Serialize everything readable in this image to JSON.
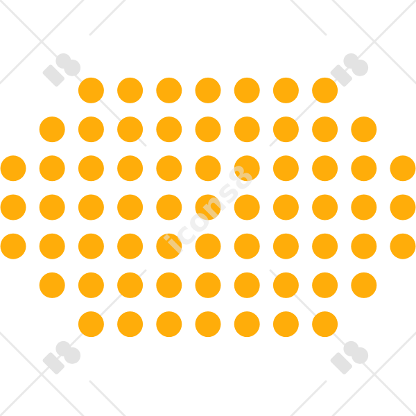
{
  "icon": {
    "name": "hexagon-dot-grid-icon",
    "color": "#ffad0a",
    "row_counts": [
      7,
      9,
      11,
      11,
      11,
      9,
      7
    ],
    "total_dots": 65
  },
  "watermark": {
    "text": "icons8",
    "color": "#e4e4e4"
  }
}
